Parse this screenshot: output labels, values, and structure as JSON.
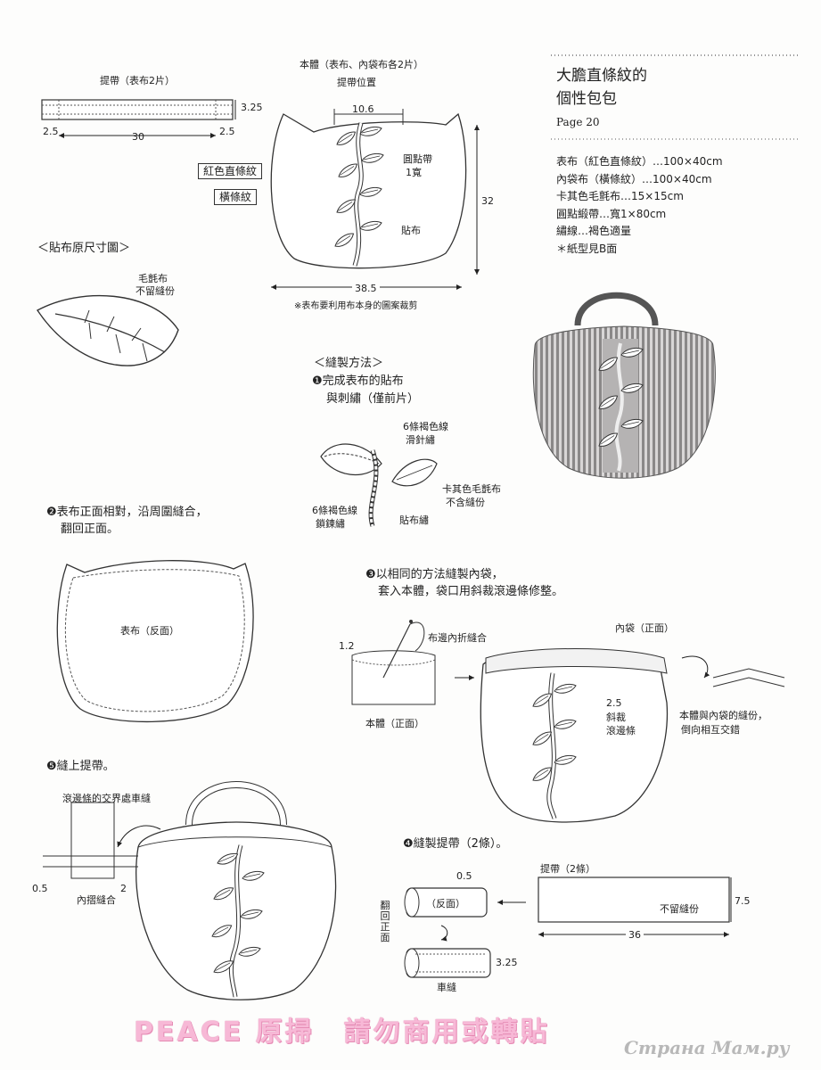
{
  "header": {
    "title_line1": "大膽直條紋的",
    "title_line2": "個性包包",
    "page_ref": "Page 20"
  },
  "materials": [
    "表布（紅色直條紋）…100×40cm",
    "內袋布（橫條紋）…100×40cm",
    "卡其色毛氈布…15×15cm",
    "圓點緞帶…寬1×80cm",
    "繡線…褐色適量",
    "＊紙型見B面"
  ],
  "handle_pattern": {
    "title": "提帶（表布2片）",
    "dim_left": "2.5",
    "dim_length": "30",
    "dim_right": "2.5",
    "dim_height": "3.25"
  },
  "fabric_labels": {
    "red_stripe": "紅色直條紋",
    "horizontal_stripe": "橫條紋"
  },
  "body_pattern": {
    "title": "本體（表布、內袋布各2片）",
    "handle_position": "提帶位置",
    "handle_spacing": "10.6",
    "dot_ribbon": "圓點帶",
    "ribbon_width": "1寬",
    "applique": "貼布",
    "height": "32",
    "width": "38.5",
    "note": "※表布要利用布本身的圖案裁剪"
  },
  "applique_template": {
    "title": "＜貼布原尺寸圖＞",
    "felt": "毛氈布",
    "no_allowance": "不留縫份"
  },
  "sewing": {
    "title": "＜縫製方法＞",
    "step1_line1": "❶完成表布的貼布",
    "step1_line2": "與刺繡（僅前片）",
    "step1_running": "6條褐色線",
    "step1_running2": "滑針繡",
    "step1_felt": "卡其色毛氈布",
    "step1_felt2": "不含縫份",
    "step1_chain": "6條褐色線",
    "step1_chain2": "鎖鍊繡",
    "step1_applique": "貼布繡",
    "step2_line1": "❷表布正面相對，沿周圍縫合，",
    "step2_line2": "翻回正面。",
    "step2_label": "表布（反面）",
    "step3_line1": "❸以相同的方法縫製內袋，",
    "step3_line2": "套入本體，袋口用斜裁滾邊條修整。",
    "step3_fold": "布邊內折縫合",
    "step3_dim": "1.2",
    "step3_body": "本體（正面）",
    "step3_lining": "內袋（正面）",
    "step3_binding_dim": "2.5",
    "step3_binding1": "斜裁",
    "step3_binding2": "滾邊條",
    "step3_note1": "本體與內袋的縫份，",
    "step3_note2": "倒向相互交錯",
    "step4_title": "❹縫製提帶（2條）。",
    "step4_handle": "提帶（2條）",
    "step4_no_allowance": "不留縫份",
    "step4_width": "7.5",
    "step4_length": "36",
    "step4_seam": "0.5",
    "step4_reverse": "（反面）",
    "step4_turn": "翻回正面",
    "step4_finished": "3.25",
    "step4_topstitch": "車縫",
    "step5_title": "❺縫上提帶。",
    "step5_junction": "滾邊條的交界處車縫",
    "step5_dim1": "0.5",
    "step5_dim2": "2",
    "step5_inner": "內摺縫合"
  },
  "watermark": "PEACE 原掃　請勿商用或轉貼",
  "site_mark": "Страна Мам.ру",
  "colors": {
    "ink": "#222222",
    "watermark_pink": "#f7b8d6",
    "photo_stripe": "#8a8888"
  }
}
